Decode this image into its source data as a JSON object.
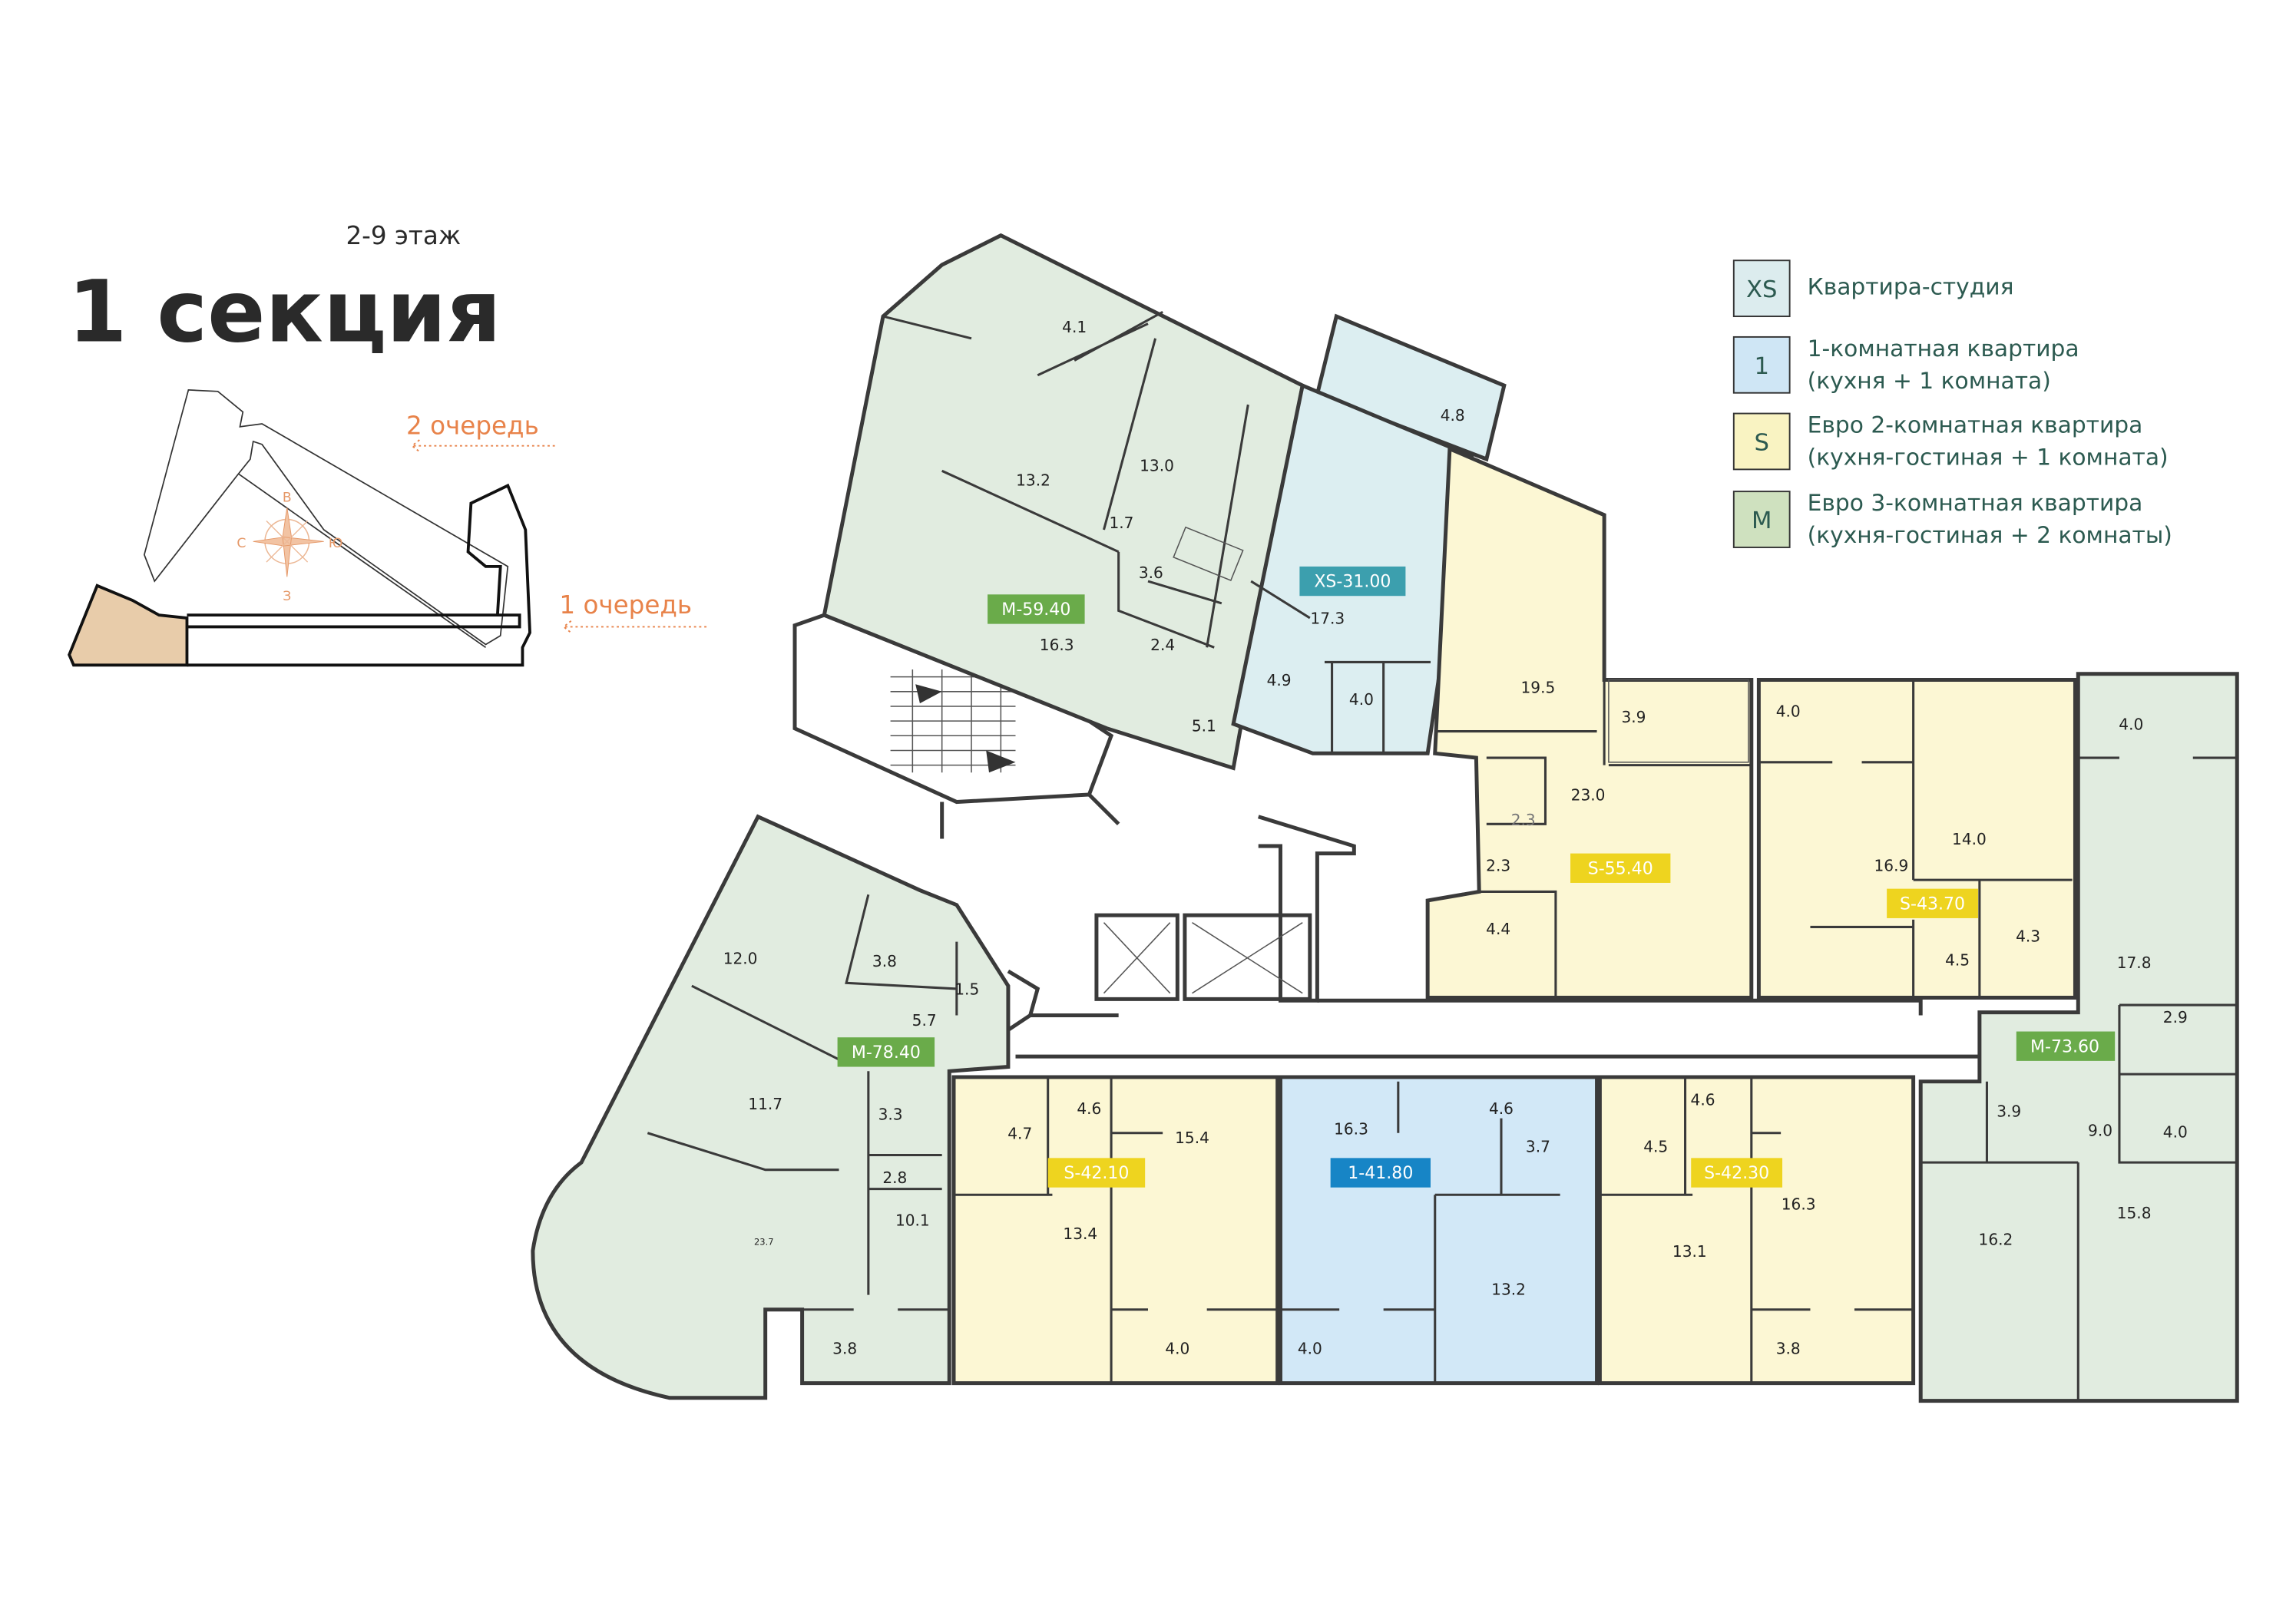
{
  "header": {
    "title": "1 секция",
    "floors": "2-9 этаж"
  },
  "mini_map": {
    "queue_2": "2 очередь",
    "queue_1": "1 очередь",
    "compass": {
      "north": "В",
      "west": "С",
      "east": "Ю",
      "south": "З"
    },
    "highlight_color": "#e8ccaa",
    "queue_color": "#e8834a"
  },
  "legend": [
    {
      "key": "XS",
      "line1": "Квартира-студия",
      "line2": "",
      "color": "#dcecee"
    },
    {
      "key": "1",
      "line1": "1-комнатная квартира",
      "line2": "(кухня + 1 комната)",
      "color": "#cfe6f5"
    },
    {
      "key": "S",
      "line1": "Евро 2-комнатная квартира",
      "line2": "(кухня-гостиная + 1 комната)",
      "color": "#f9f3c2"
    },
    {
      "key": "M",
      "line1": "Евро 3-комнатная квартира",
      "line2": "(кухня-гостиная + 2 комнаты)",
      "color": "#cfe1bf"
    }
  ],
  "apartments": [
    {
      "code": "M-59.40",
      "type": "M",
      "rooms": [
        "4.1",
        "13.2",
        "13.0",
        "1.7",
        "3.6",
        "16.3",
        "2.4",
        "5.1"
      ]
    },
    {
      "code": "XS-31.00",
      "type": "XS",
      "rooms": [
        "4.8",
        "17.3",
        "4.9",
        "4.0"
      ]
    },
    {
      "code": "S-55.40",
      "type": "S",
      "rooms": [
        "19.5",
        "23.0",
        "3.9",
        "2.3",
        "2.3",
        "4.4"
      ]
    },
    {
      "code": "S-43.70",
      "type": "S",
      "rooms": [
        "4.0",
        "16.9",
        "14.0",
        "4.3",
        "4.5"
      ]
    },
    {
      "code": "M-73.60",
      "type": "M",
      "rooms": [
        "4.0",
        "17.8",
        "2.9",
        "3.9",
        "9.0",
        "4.0",
        "16.2",
        "15.8"
      ]
    },
    {
      "code": "S-42.30",
      "type": "S",
      "rooms": [
        "4.6",
        "4.5",
        "16.3",
        "13.1",
        "3.8"
      ]
    },
    {
      "code": "1-41.80",
      "type": "1",
      "rooms": [
        "16.3",
        "4.6",
        "3.7",
        "13.2",
        "4.0"
      ]
    },
    {
      "code": "S-42.10",
      "type": "S",
      "rooms": [
        "4.7",
        "4.6",
        "15.4",
        "13.4",
        "4.0"
      ]
    },
    {
      "code": "M-78.40",
      "type": "M",
      "rooms": [
        "12.0",
        "3.8",
        "1.5",
        "5.7",
        "11.7",
        "3.3",
        "2.8",
        "10.1",
        "23.7",
        "3.8"
      ]
    }
  ]
}
